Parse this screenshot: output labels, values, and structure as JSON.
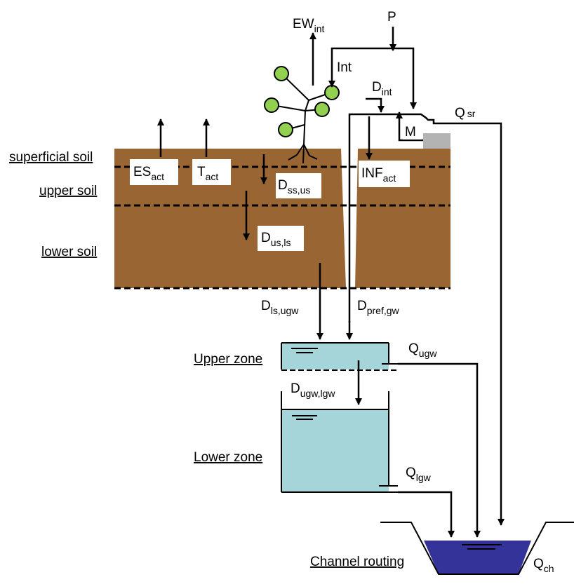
{
  "colors": {
    "soil": "#996633",
    "water": "#a5d5d8",
    "channel_water": "#333399",
    "leaf": "#92d050",
    "snow": "#b3b3b3",
    "line": "#000000"
  },
  "layers": {
    "superficial_soil": "superficial soil",
    "upper_soil": "upper soil",
    "lower_soil": "lower soil"
  },
  "zones": {
    "upper_zone": "Upper zone",
    "lower_zone": "Lower zone",
    "channel_routing": "Channel routing"
  },
  "fluxes": {
    "ew": {
      "main": "EW",
      "sub": "int"
    },
    "p": {
      "main": "P"
    },
    "int": {
      "main": "Int"
    },
    "d_int": {
      "main": "D",
      "sub": "int"
    },
    "q_sr": {
      "main": "Q",
      "sub": "sr"
    },
    "m": {
      "main": "M"
    },
    "es": {
      "main": "ES",
      "sub": "act"
    },
    "t": {
      "main": "T",
      "sub": "act"
    },
    "d_ss_us": {
      "main": "D",
      "sub": "ss,us"
    },
    "inf": {
      "main": "INF",
      "sub": "act"
    },
    "d_us_ls": {
      "main": "D",
      "sub": "us,ls"
    },
    "d_ls_ugw": {
      "main": "D",
      "sub": "ls,ugw"
    },
    "d_pref_gw": {
      "main": "D",
      "sub": "pref,gw"
    },
    "q_ugw": {
      "main": "Q",
      "sub": "ugw"
    },
    "d_ugw_lgw": {
      "main": "D",
      "sub": "ugw,lgw"
    },
    "q_lgw": {
      "main": "Q",
      "sub": "lgw"
    },
    "q_ch": {
      "main": "Q",
      "sub": "ch"
    }
  }
}
